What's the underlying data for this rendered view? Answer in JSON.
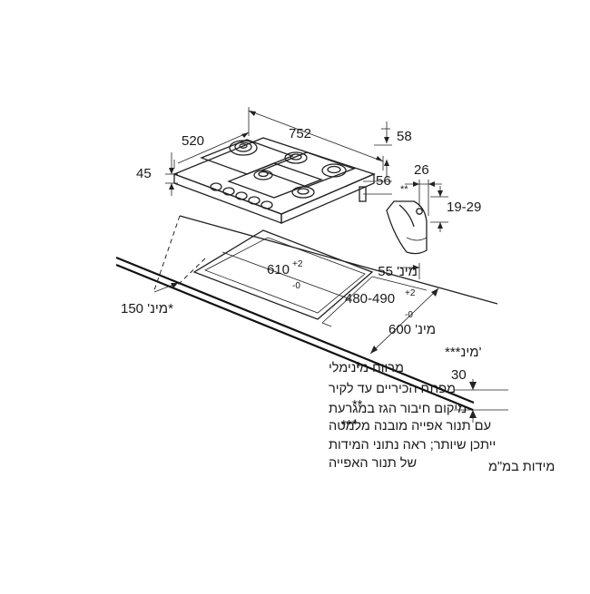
{
  "dimensions": {
    "hob_depth": "520",
    "hob_width": "752",
    "hob_right_height": "58",
    "hob_left_height": "45",
    "hob_side_edge": "56",
    "detail_width": "26",
    "detail_marker": "**",
    "detail_range": "19-29",
    "min_55": "מינ' 55",
    "cutout_width": "610",
    "cutout_width_tol_plus": "+2",
    "cutout_width_tol_minus": "-0",
    "cutout_depth": "480-490",
    "cutout_depth_tol_plus": "+2",
    "cutout_depth_tol_minus": "-0",
    "min_600": "מינ' 600",
    "min_150": "מינ' 150*",
    "min_30_label": "***מינ'",
    "min_30_value": "30"
  },
  "legend": [
    {
      "marker": "*",
      "lines": [
        "מרווח מינימלי",
        "מפתח הכיריים עד לקיר"
      ]
    },
    {
      "marker": "**",
      "lines": [
        "מיקום חיבור הגז במגרעת"
      ]
    },
    {
      "marker": "***",
      "lines": [
        "עם תנור אפייה מובנה מלמטה",
        "ייתכן שיותר; ראה נתוני המידות",
        "של תנור האפייה"
      ]
    }
  ],
  "units_note": "מידות במ\"מ"
}
